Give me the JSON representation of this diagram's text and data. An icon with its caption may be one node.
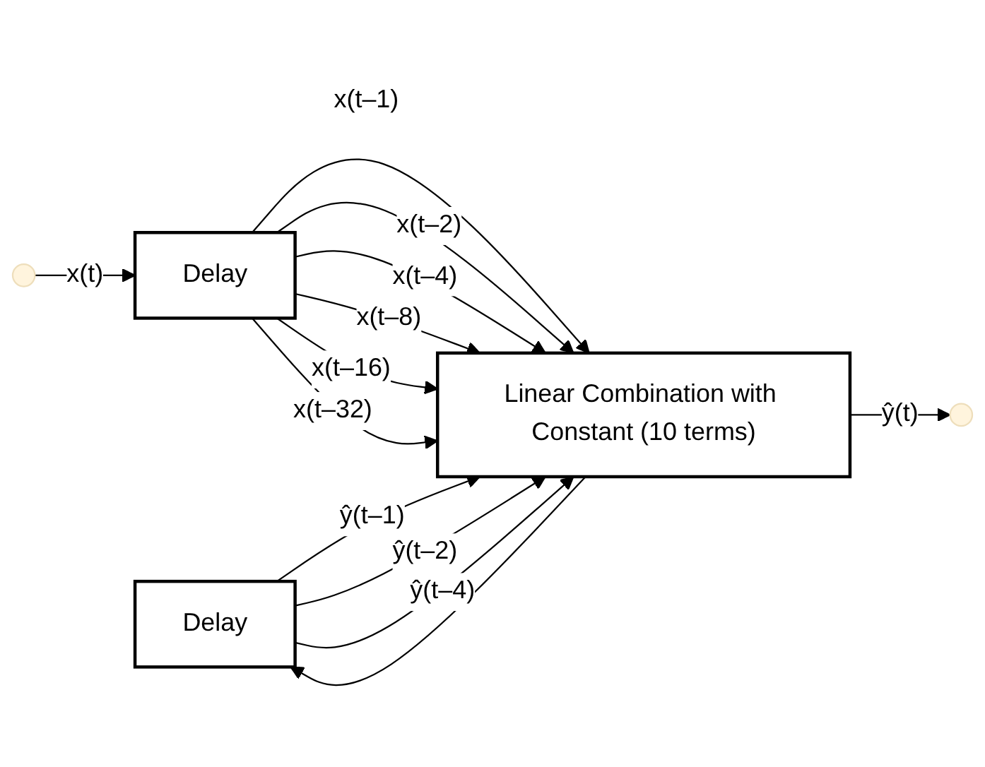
{
  "diagram": {
    "nodes": [
      {
        "text": [
          "Delay"
        ]
      },
      {
        "text": [
          "Linear Combination with Constant (10 terms)"
        ]
      },
      {
        "text": [
          "Delay"
        ]
      }
    ],
    "edges": [
      {
        "from": null,
        "to": 0,
        "arrow": "to",
        "label": "x(t)"
      },
      {
        "from": 0,
        "to": 1,
        "arrow": "to",
        "label": "x(t–1)"
      },
      {
        "from": 0,
        "to": 1,
        "arrow": "to",
        "label": "x(t–2)"
      },
      {
        "from": 0,
        "to": 1,
        "arrow": "to",
        "label": "x(t–4)"
      },
      {
        "from": 0,
        "to": 1,
        "arrow": "to",
        "label": "x(t–8)"
      },
      {
        "from": 0,
        "to": 1,
        "arrow": "to",
        "label": "x(t–16)"
      },
      {
        "from": 0,
        "to": 1,
        "arrow": "to",
        "label": "x(t–32)"
      },
      {
        "from": 2,
        "to": 1,
        "arrow": "to",
        "label": "ŷ(t–1)"
      },
      {
        "from": 2,
        "to": 1,
        "arrow": "to",
        "label": "ŷ(t–2)"
      },
      {
        "from": 2,
        "to": 1,
        "arrow": "to",
        "label": "ŷ(t–4)"
      },
      {
        "from": 1,
        "to": null,
        "arrow": "to",
        "label": "ŷ(t)"
      },
      {
        "from": 1,
        "to": 2,
        "arrow": "to"
      }
    ]
  }
}
